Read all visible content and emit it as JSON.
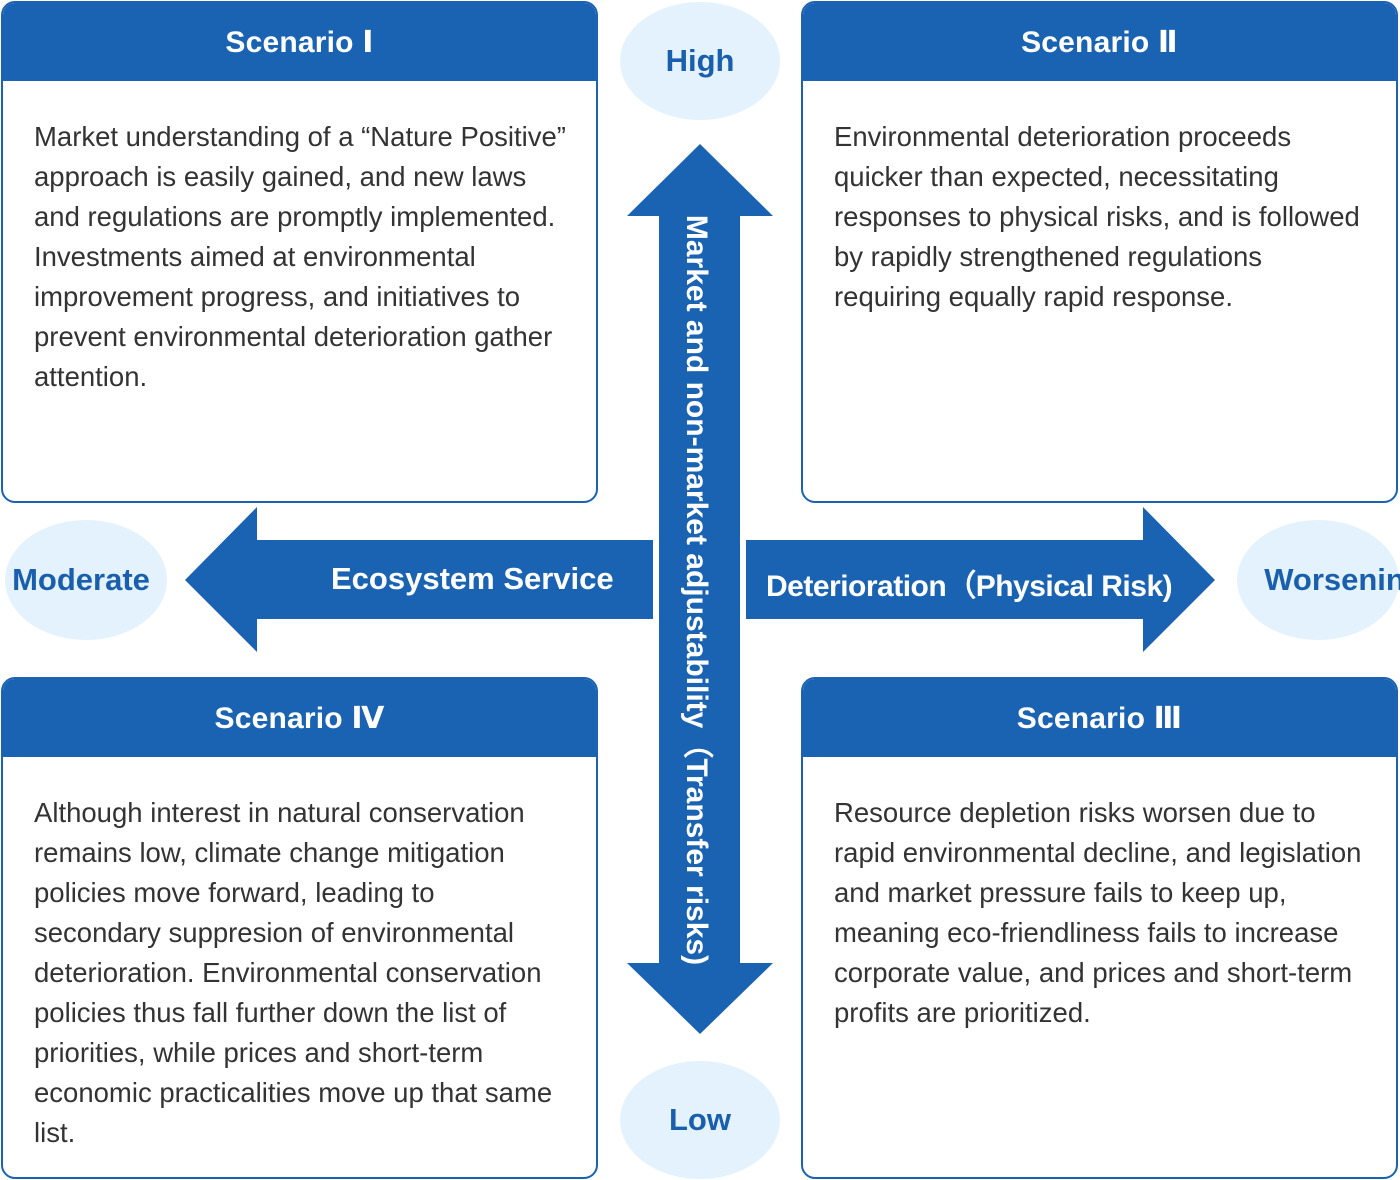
{
  "colors": {
    "primary_blue": "#1a63b3",
    "bubble_fill": "#e3f2fc",
    "bubble_text": "#1a5fad",
    "body_text": "#333333"
  },
  "axes": {
    "vertical": {
      "label": "Market and non-market adjustability（Transfer risks)",
      "top_label": "High",
      "bottom_label": "Low"
    },
    "horizontal": {
      "left_label": "Ecosystem Service",
      "right_label": "Deterioration（Physical Risk)",
      "left_end": "Moderate",
      "right_end": "Worsening"
    }
  },
  "scenarios": [
    {
      "id": "I",
      "title": "Scenario Ⅰ",
      "text": "Market understanding of a “Nature Positive” approach is easily gained, and new laws and regulations are promptly implemented. Investments aimed at environmental improvement progress, and initiatives to prevent environmental deterioration gather attention."
    },
    {
      "id": "II",
      "title": "Scenario Ⅱ",
      "text": "Environmental deterioration proceeds quicker than expected, necessitating responses to physical risks, and is followed by rapidly strengthened regulations requiring equally rapid response."
    },
    {
      "id": "III",
      "title": "Scenario Ⅲ",
      "text": "Resource depletion risks worsen due to rapid environmental decline, and legislation and market pressure fails to keep up, meaning eco-friendliness fails to increase corporate value, and prices and short-term profits are prioritized."
    },
    {
      "id": "IV",
      "title": "Scenario Ⅳ",
      "text": "Although interest in natural conservation remains low, climate change mitigation policies move forward, leading to secondary suppresion of environmental deterioration. Environmental conservation policies thus fall further down the list of priorities, while prices and short-term economic practicalities move up that same list."
    }
  ]
}
